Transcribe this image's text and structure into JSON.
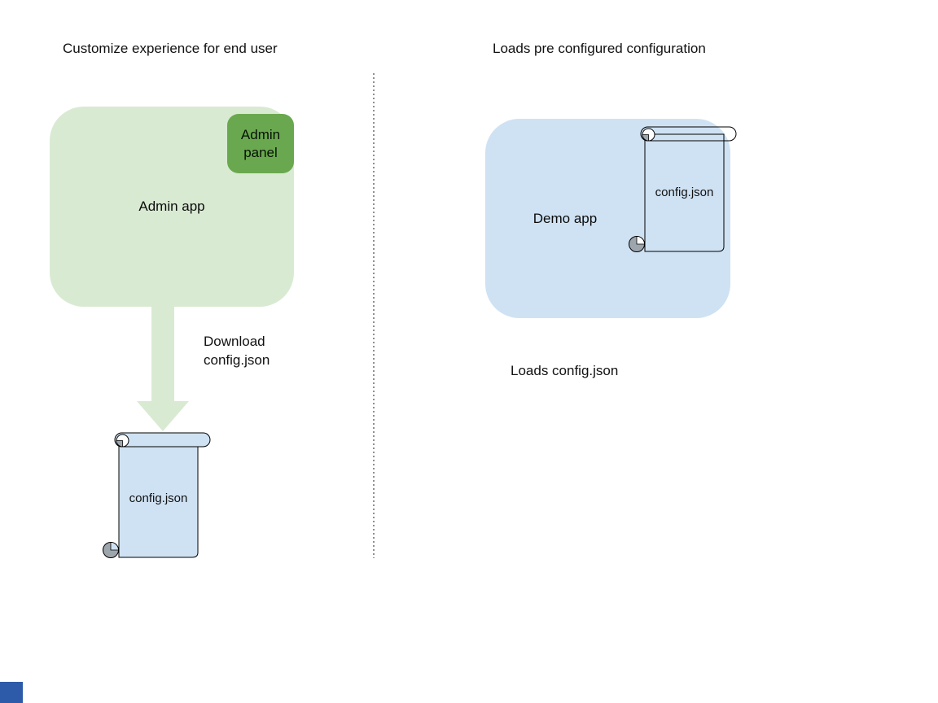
{
  "left_panel": {
    "title": "Customize experience for end user",
    "admin_app_label": "Admin app",
    "admin_panel_label": "Admin panel",
    "arrow_label": "Download\nconfig.json",
    "scroll_label": "config.json"
  },
  "right_panel": {
    "title": "Loads pre configured configuration",
    "demo_app_label": "Demo app",
    "scroll_label": "config.json",
    "caption": "Loads config.json"
  },
  "colors": {
    "app_green": "#d9ead3",
    "panel_green": "#6aa84f",
    "light_blue": "#cfe2f3",
    "curl_gray": "#9ea6ad",
    "divider_gray": "#8f8f8f",
    "corner_blue": "#2d5ba9",
    "stroke_black": "#000000"
  }
}
